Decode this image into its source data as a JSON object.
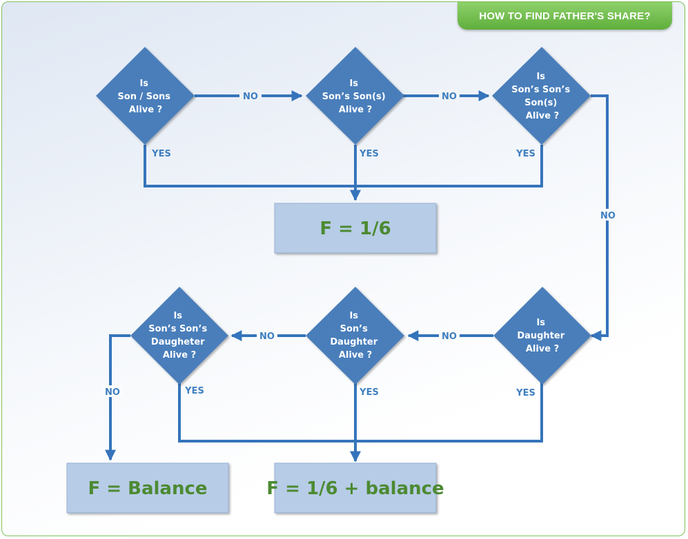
{
  "title": "HOW TO FIND FATHER'S SHARE?",
  "decisions": {
    "d1": [
      "Is",
      "Son / Sons",
      "Alive ?"
    ],
    "d2": [
      "Is",
      "Son’s Son(s)",
      "Alive ?"
    ],
    "d3": [
      "Is",
      "Son’s Son’s",
      "Son(s)",
      "Alive ?"
    ],
    "d4": [
      "Is",
      "Daughter",
      "Alive ?"
    ],
    "d5": [
      "Is",
      "Son’s",
      "Daughter",
      "Alive ?"
    ],
    "d6": [
      "Is",
      "Son’s Son’s",
      "Daugheter",
      "Alive ?"
    ]
  },
  "edge_labels": {
    "no": "NO",
    "yes": "YES"
  },
  "results": {
    "r1": "F = 1/6",
    "r2": "F = Balance",
    "r3": "F = 1/6 + balance"
  },
  "colors": {
    "diamond": "#4a7ebb",
    "line": "#3574bb",
    "box": "#b7cce6",
    "box_text": "#4c8a32",
    "title_bg": "#6cbb47"
  }
}
